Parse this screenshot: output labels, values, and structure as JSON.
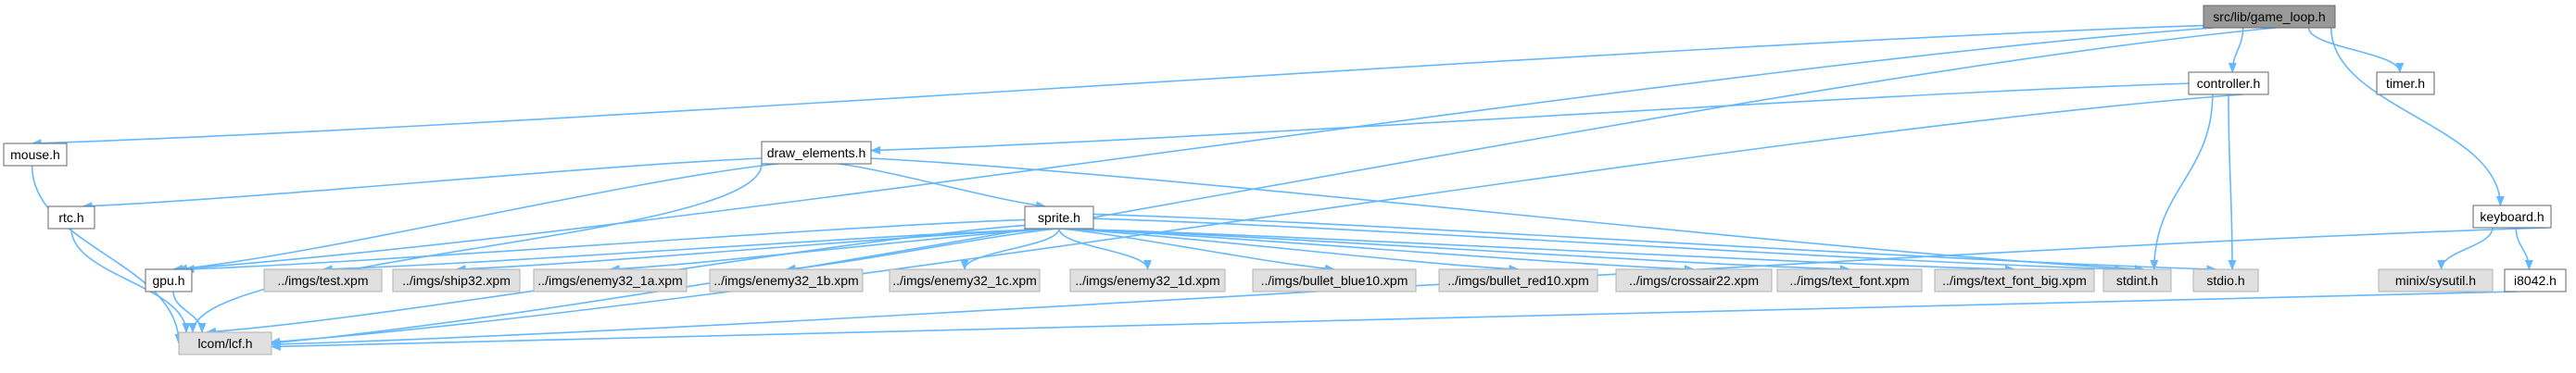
{
  "graph": {
    "nodes": [
      {
        "id": "game_loop",
        "label": "src/lib/game_loop.h",
        "style": "root"
      },
      {
        "id": "mouse",
        "label": "mouse.h",
        "style": "normal"
      },
      {
        "id": "controller",
        "label": "controller.h",
        "style": "normal"
      },
      {
        "id": "timer",
        "label": "timer.h",
        "style": "normal"
      },
      {
        "id": "keyboard",
        "label": "keyboard.h",
        "style": "normal"
      },
      {
        "id": "draw_elements",
        "label": "draw_elements.h",
        "style": "normal"
      },
      {
        "id": "rtc",
        "label": "rtc.h",
        "style": "normal"
      },
      {
        "id": "sprite",
        "label": "sprite.h",
        "style": "normal"
      },
      {
        "id": "gpu",
        "label": "gpu.h",
        "style": "normal"
      },
      {
        "id": "test_xpm",
        "label": "../imgs/test.xpm",
        "style": "external"
      },
      {
        "id": "ship32",
        "label": "../imgs/ship32.xpm",
        "style": "external"
      },
      {
        "id": "enemy1a",
        "label": "../imgs/enemy32_1a.xpm",
        "style": "external"
      },
      {
        "id": "enemy1b",
        "label": "../imgs/enemy32_1b.xpm",
        "style": "external"
      },
      {
        "id": "enemy1c",
        "label": "../imgs/enemy32_1c.xpm",
        "style": "external"
      },
      {
        "id": "enemy1d",
        "label": "../imgs/enemy32_1d.xpm",
        "style": "external"
      },
      {
        "id": "bullet_blue",
        "label": "../imgs/bullet_blue10.xpm",
        "style": "external"
      },
      {
        "id": "bullet_red",
        "label": "../imgs/bullet_red10.xpm",
        "style": "external"
      },
      {
        "id": "crossair",
        "label": "../imgs/crossair22.xpm",
        "style": "external"
      },
      {
        "id": "text_font",
        "label": "../imgs/text_font.xpm",
        "style": "external"
      },
      {
        "id": "text_font_big",
        "label": "../imgs/text_font_big.xpm",
        "style": "external"
      },
      {
        "id": "stdint",
        "label": "stdint.h",
        "style": "external"
      },
      {
        "id": "stdio",
        "label": "stdio.h",
        "style": "external"
      },
      {
        "id": "minix_sysutil",
        "label": "minix/sysutil.h",
        "style": "external"
      },
      {
        "id": "i8042",
        "label": "i8042.h",
        "style": "normal"
      },
      {
        "id": "lcom_lcf",
        "label": "lcom/lcf.h",
        "style": "external"
      }
    ],
    "edges": [
      [
        "game_loop",
        "mouse"
      ],
      [
        "game_loop",
        "gpu"
      ],
      [
        "game_loop",
        "controller"
      ],
      [
        "game_loop",
        "lcom_lcf"
      ],
      [
        "game_loop",
        "timer"
      ],
      [
        "game_loop",
        "keyboard"
      ],
      [
        "mouse",
        "lcom_lcf"
      ],
      [
        "controller",
        "draw_elements"
      ],
      [
        "controller",
        "stdint"
      ],
      [
        "controller",
        "stdio"
      ],
      [
        "controller",
        "lcom_lcf"
      ],
      [
        "draw_elements",
        "rtc"
      ],
      [
        "draw_elements",
        "sprite"
      ],
      [
        "draw_elements",
        "gpu"
      ],
      [
        "draw_elements",
        "lcom_lcf"
      ],
      [
        "draw_elements",
        "stdint"
      ],
      [
        "rtc",
        "lcom_lcf"
      ],
      [
        "sprite",
        "gpu"
      ],
      [
        "sprite",
        "lcom_lcf"
      ],
      [
        "sprite",
        "test_xpm"
      ],
      [
        "sprite",
        "ship32"
      ],
      [
        "sprite",
        "enemy1a"
      ],
      [
        "sprite",
        "enemy1b"
      ],
      [
        "sprite",
        "enemy1c"
      ],
      [
        "sprite",
        "enemy1d"
      ],
      [
        "sprite",
        "bullet_blue"
      ],
      [
        "sprite",
        "bullet_red"
      ],
      [
        "sprite",
        "crossair"
      ],
      [
        "sprite",
        "text_font"
      ],
      [
        "sprite",
        "text_font_big"
      ],
      [
        "sprite",
        "stdint"
      ],
      [
        "sprite",
        "stdio"
      ],
      [
        "gpu",
        "lcom_lcf"
      ],
      [
        "keyboard",
        "minix_sysutil"
      ],
      [
        "keyboard",
        "i8042"
      ],
      [
        "keyboard",
        "lcom_lcf"
      ],
      [
        "i8042",
        "lcom_lcf"
      ]
    ],
    "colors": {
      "edge": "#63b8ff",
      "node_border": "#666666",
      "normal_fill": "#ffffff",
      "external_fill": "#e0e0e0",
      "root_fill": "#999999",
      "label": "#000000"
    }
  }
}
